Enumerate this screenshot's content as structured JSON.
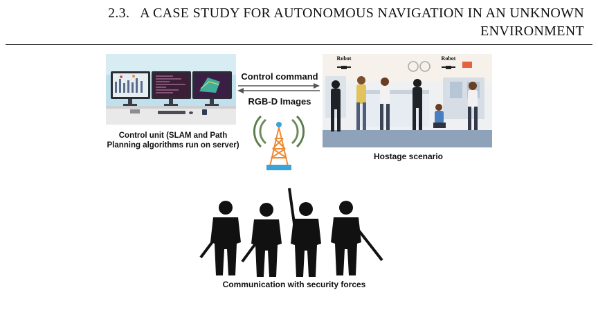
{
  "header": {
    "section": "2.3.",
    "title_line1": "A CASE STUDY FOR AUTONOMOUS NAVIGATION IN AN UNKNOWN",
    "title_line2": "ENVIRONMENT"
  },
  "figure": {
    "control_command": "Control command",
    "rgbd_images": "RGB-D Images",
    "control_unit_line1": "Control unit (SLAM and Path",
    "control_unit_line2": "Planning algorithms run on server)",
    "hostage_scenario": "Hostage scenario",
    "robot_label_1": "Robot",
    "robot_label_2": "Robot",
    "security_caption": "Communication with security forces"
  }
}
